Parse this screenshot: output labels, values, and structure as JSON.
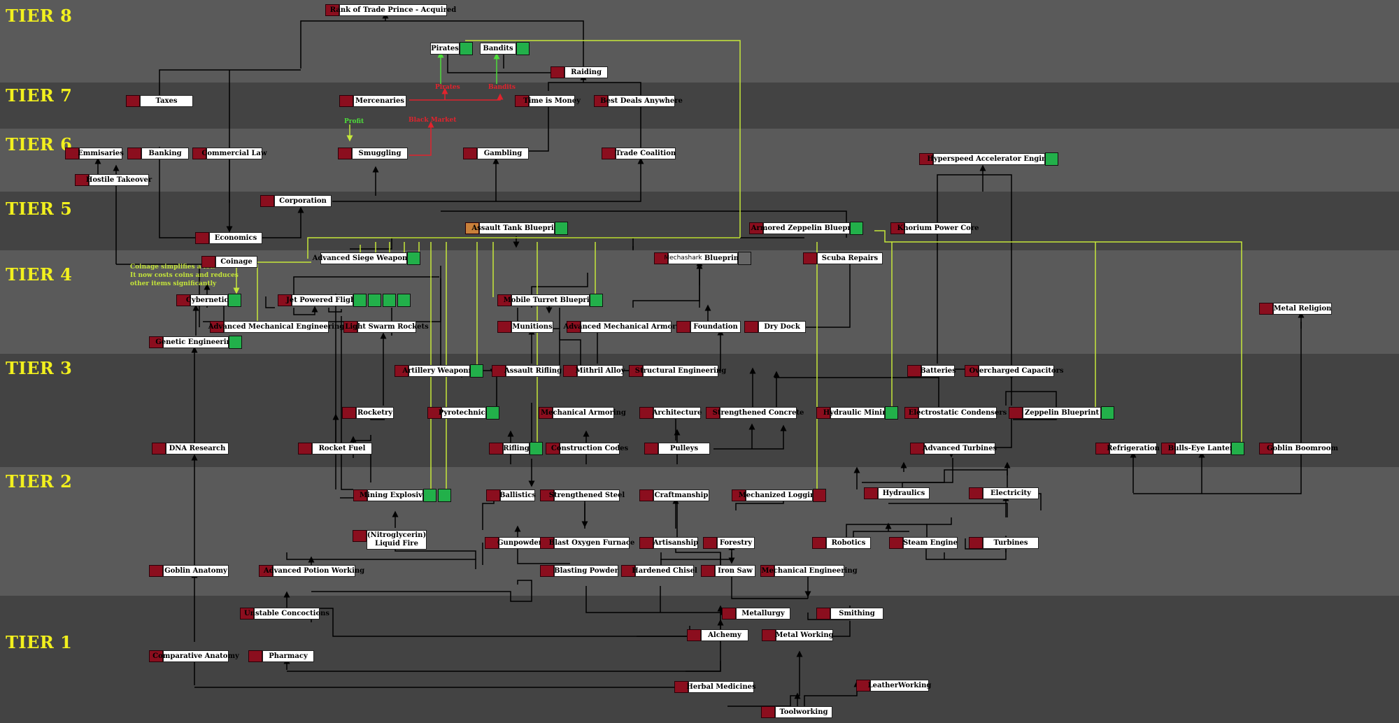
{
  "colors": {
    "tier_label": "#f2f01e",
    "node_marker": "#8b0e1e",
    "green_box": "#22b04a",
    "yellow_line": "#c6e83b",
    "black_line": "#000000",
    "red_note": "#e0232d",
    "green_note": "#4ddd3a"
  },
  "tiers": {
    "t8": "TIER 8",
    "t7": "TIER 7",
    "t6": "TIER 6",
    "t5": "TIER 5",
    "t4": "TIER 4",
    "t3": "TIER 3",
    "t2": "TIER 2",
    "t1": "TIER 1"
  },
  "nodes": {
    "rank_trade_prince": "Rank of Trade Prince - Acquired",
    "pirates": "Pirates",
    "bandits": "Bandits",
    "raiding": "Raiding",
    "taxes": "Taxes",
    "mercenaries": "Mercenaries",
    "time_is_money": "Time is Money",
    "best_deals": "Best Deals Anywhere",
    "emissaries": "Emmisaries",
    "banking": "Banking",
    "commercial_law": "Commercial Law",
    "smuggling": "Smuggling",
    "gambling": "Gambling",
    "trade_coalition": "Trade Coalition",
    "hyperspeed_engine": "Hyperspeed Accelerator Engine",
    "hostile_takeover": "Hostile Takeover",
    "corporation": "Corporation",
    "assault_tank": "Assault Tank Blueprint",
    "armored_zeppelin": "Armored Zeppelin Blueprint",
    "khorium_core": "Khorium Power Core",
    "economics": "Economics",
    "coinage": "Coinage",
    "adv_siege": "Advanced Siege Weaponry",
    "mechashark_prefix": "Mechashark",
    "mechashark_suffix": "Blueprint",
    "scuba_repairs": "Scuba Repairs",
    "cybernetics": "Cybernetics",
    "jet_flight": "Jet Powered Flight",
    "mobile_turret": "Mobile Turret Blueprint",
    "metal_religion": "Metal Religion",
    "adv_mech_eng": "Advanced Mechanical Engineering",
    "light_swarm": "Light Swarm Rockets",
    "munitions": "Munitions",
    "adv_mech_armoring": "Advanced Mechanical Armoring",
    "foundation": "Foundation",
    "dry_dock": "Dry Dock",
    "genetic_eng": "Genetic Engineering",
    "artillery": "Artillery Weaponry",
    "assault_rifling": "Assault Rifling",
    "mithril_alloy": "Mithril Alloy",
    "structural_eng": "Structural Engineering",
    "batteries": "Batteries",
    "overcharged_caps": "Overcharged Capacitors",
    "rocketry": "Rocketry",
    "pyrotechnics": "Pyrotechnics",
    "mech_armoring": "Mechanical Armoring",
    "architecture": "Architecture",
    "strengthened_concrete": "Strengthened Concrete",
    "hydraulic_mining": "Hydraulic Mining",
    "electrostatic_condensers": "Electrostatic Condensers",
    "zeppelin_blueprint": "Zeppelin Blueprint",
    "dna_research": "DNA Research",
    "rocket_fuel": "Rocket Fuel",
    "rifling": "Rifling",
    "construction_codes": "Construction Codes",
    "pulleys": "Pulleys",
    "adv_turbines": "Advanced Turbines",
    "refrigeration": "Refrigeration",
    "bulls_eye_lantern": "Bulls-Eye Lantern",
    "goblin_boomroom": "Goblin Boomroom",
    "mining_explosives": "Mining Explosives",
    "ballistics": "Ballistics",
    "strengthened_steel": "Strengthened Steel",
    "craftmanship": "Craftmanship",
    "mechanized_logging": "Mechanized Logging",
    "hydraulics": "Hydraulics",
    "electricity": "Electricity",
    "liquid_fire_line1": "(Nitroglycerin)",
    "liquid_fire_line2": "Liquid Fire",
    "gunpowder": "Gunpowder",
    "blast_oxygen": "Blast Oxygen Furnace",
    "artisanship": "Artisanship",
    "forestry": "Forestry",
    "robotics": "Robotics",
    "steam_engine": "Steam Engine",
    "turbines": "Turbines",
    "goblin_anatomy": "Goblin Anatomy",
    "adv_potion": "Advanced Potion Working",
    "blasting_powder": "Blasting Powder",
    "hardened_chisel": "Hardened Chisel",
    "iron_saw": "Iron Saw",
    "mech_engineering": "Mechanical Engineering",
    "unstable_concoctions": "Unstable Concoctions",
    "metallurgy": "Metallurgy",
    "smithing": "Smithing",
    "alchemy": "Alchemy",
    "metal_working": "Metal Working",
    "comparative_anatomy": "Comparative Anatomy",
    "pharmacy": "Pharmacy",
    "herbal_medicines": "Herbal Medicines",
    "leatherworking": "LeatherWorking",
    "toolworking": "Toolworking"
  },
  "annotations": {
    "pirates_note": "Pirates",
    "bandits_note": "Bandits",
    "profit_note": "Profit",
    "black_market_note": "Black Market",
    "coinage_note_1": "Coinage simplifies a lot.",
    "coinage_note_2": "It now costs coins and reduces",
    "coinage_note_3": "other items significantly"
  }
}
